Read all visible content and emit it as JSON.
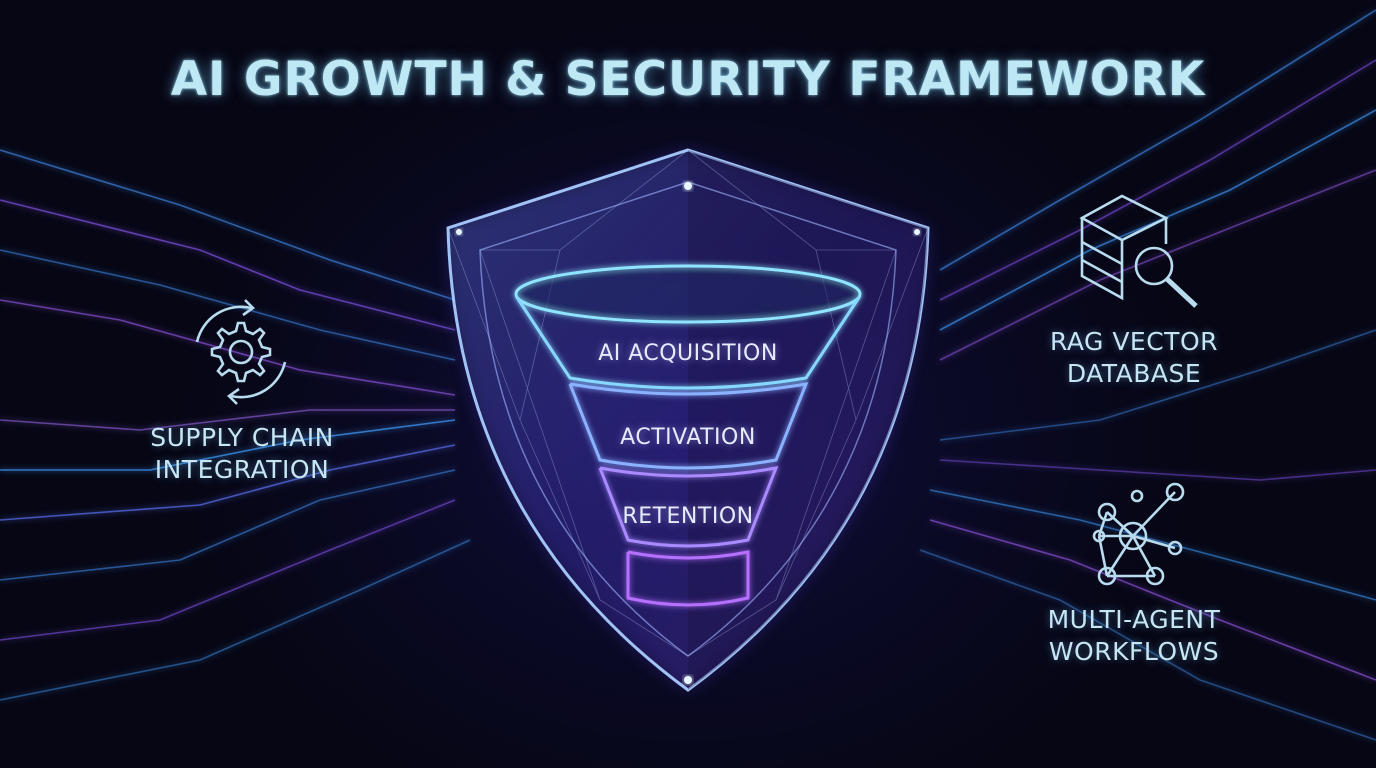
{
  "title": "AI GROWTH & SECURITY FRAMEWORK",
  "left_node": {
    "icon": "gear-sync-icon",
    "line1": "SUPPLY CHAIN",
    "line2": "INTEGRATION"
  },
  "right_top_node": {
    "icon": "database-search-icon",
    "line1": "RAG VECTOR",
    "line2": "DATABASE"
  },
  "right_bottom_node": {
    "icon": "network-nodes-icon",
    "line1": "MULTI-AGENT",
    "line2": "WORKFLOWS"
  },
  "funnel": {
    "stages": [
      "AI ACQUISITION",
      "ACTIVATION",
      "RETENTION"
    ]
  },
  "colors": {
    "accent_cyan": "#7fd8ff",
    "accent_purple": "#a86cff",
    "background": "#060614"
  }
}
